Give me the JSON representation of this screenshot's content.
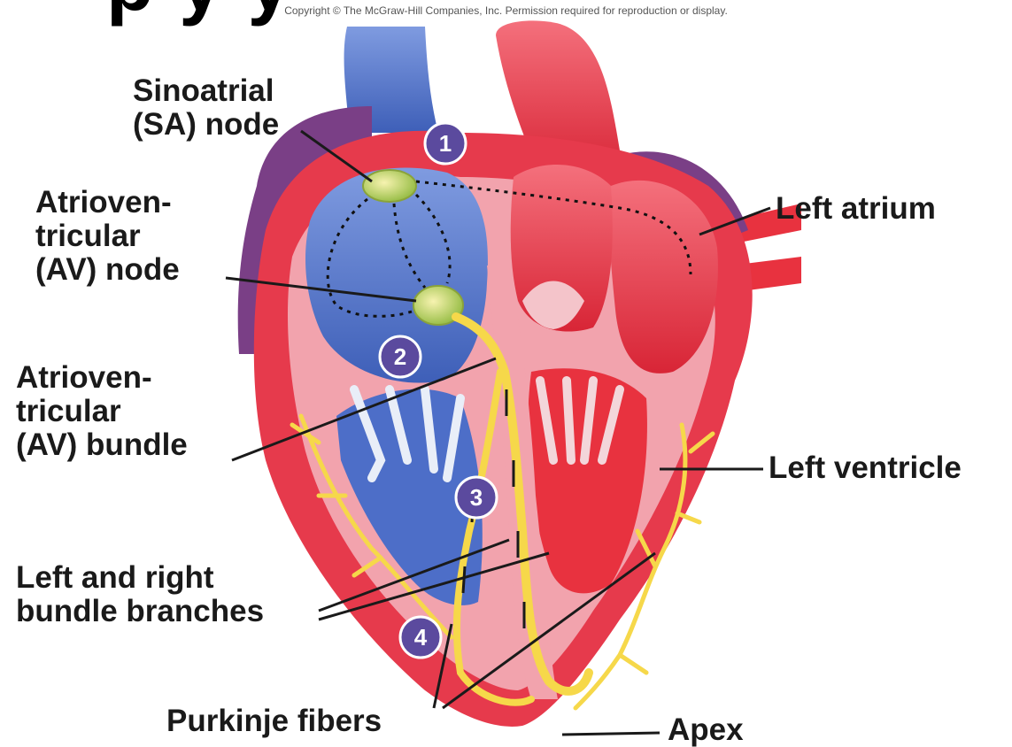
{
  "header": {
    "cut_title": "p      y      y",
    "copyright": "Copyright © The McGraw-Hill Companies, Inc. Permission required for reproduction or display."
  },
  "labels": {
    "sa_node": [
      "Sinoatrial",
      "(SA) node"
    ],
    "av_node": [
      "Atrioven-",
      "tricular",
      "(AV) node"
    ],
    "av_bundle": [
      "Atrioven-",
      "tricular",
      "(AV) bundle"
    ],
    "bundle_branches": [
      "Left and right",
      "bundle branches"
    ],
    "purkinje": "Purkinje fibers",
    "left_atrium": "Left atrium",
    "left_ventricle": "Left ventricle",
    "apex": "Apex"
  },
  "steps": [
    "1",
    "2",
    "3",
    "4"
  ],
  "colors": {
    "myocardium": "#e63a4c",
    "inner_pink": "#f2a3ad",
    "right_side_blue": "#4d6ec8",
    "vessel_red": "#e8323f",
    "conduction_yellow": "#f6d84a",
    "step_badge": "#5b4a9e",
    "pericardium_purple": "#7a3f86"
  }
}
